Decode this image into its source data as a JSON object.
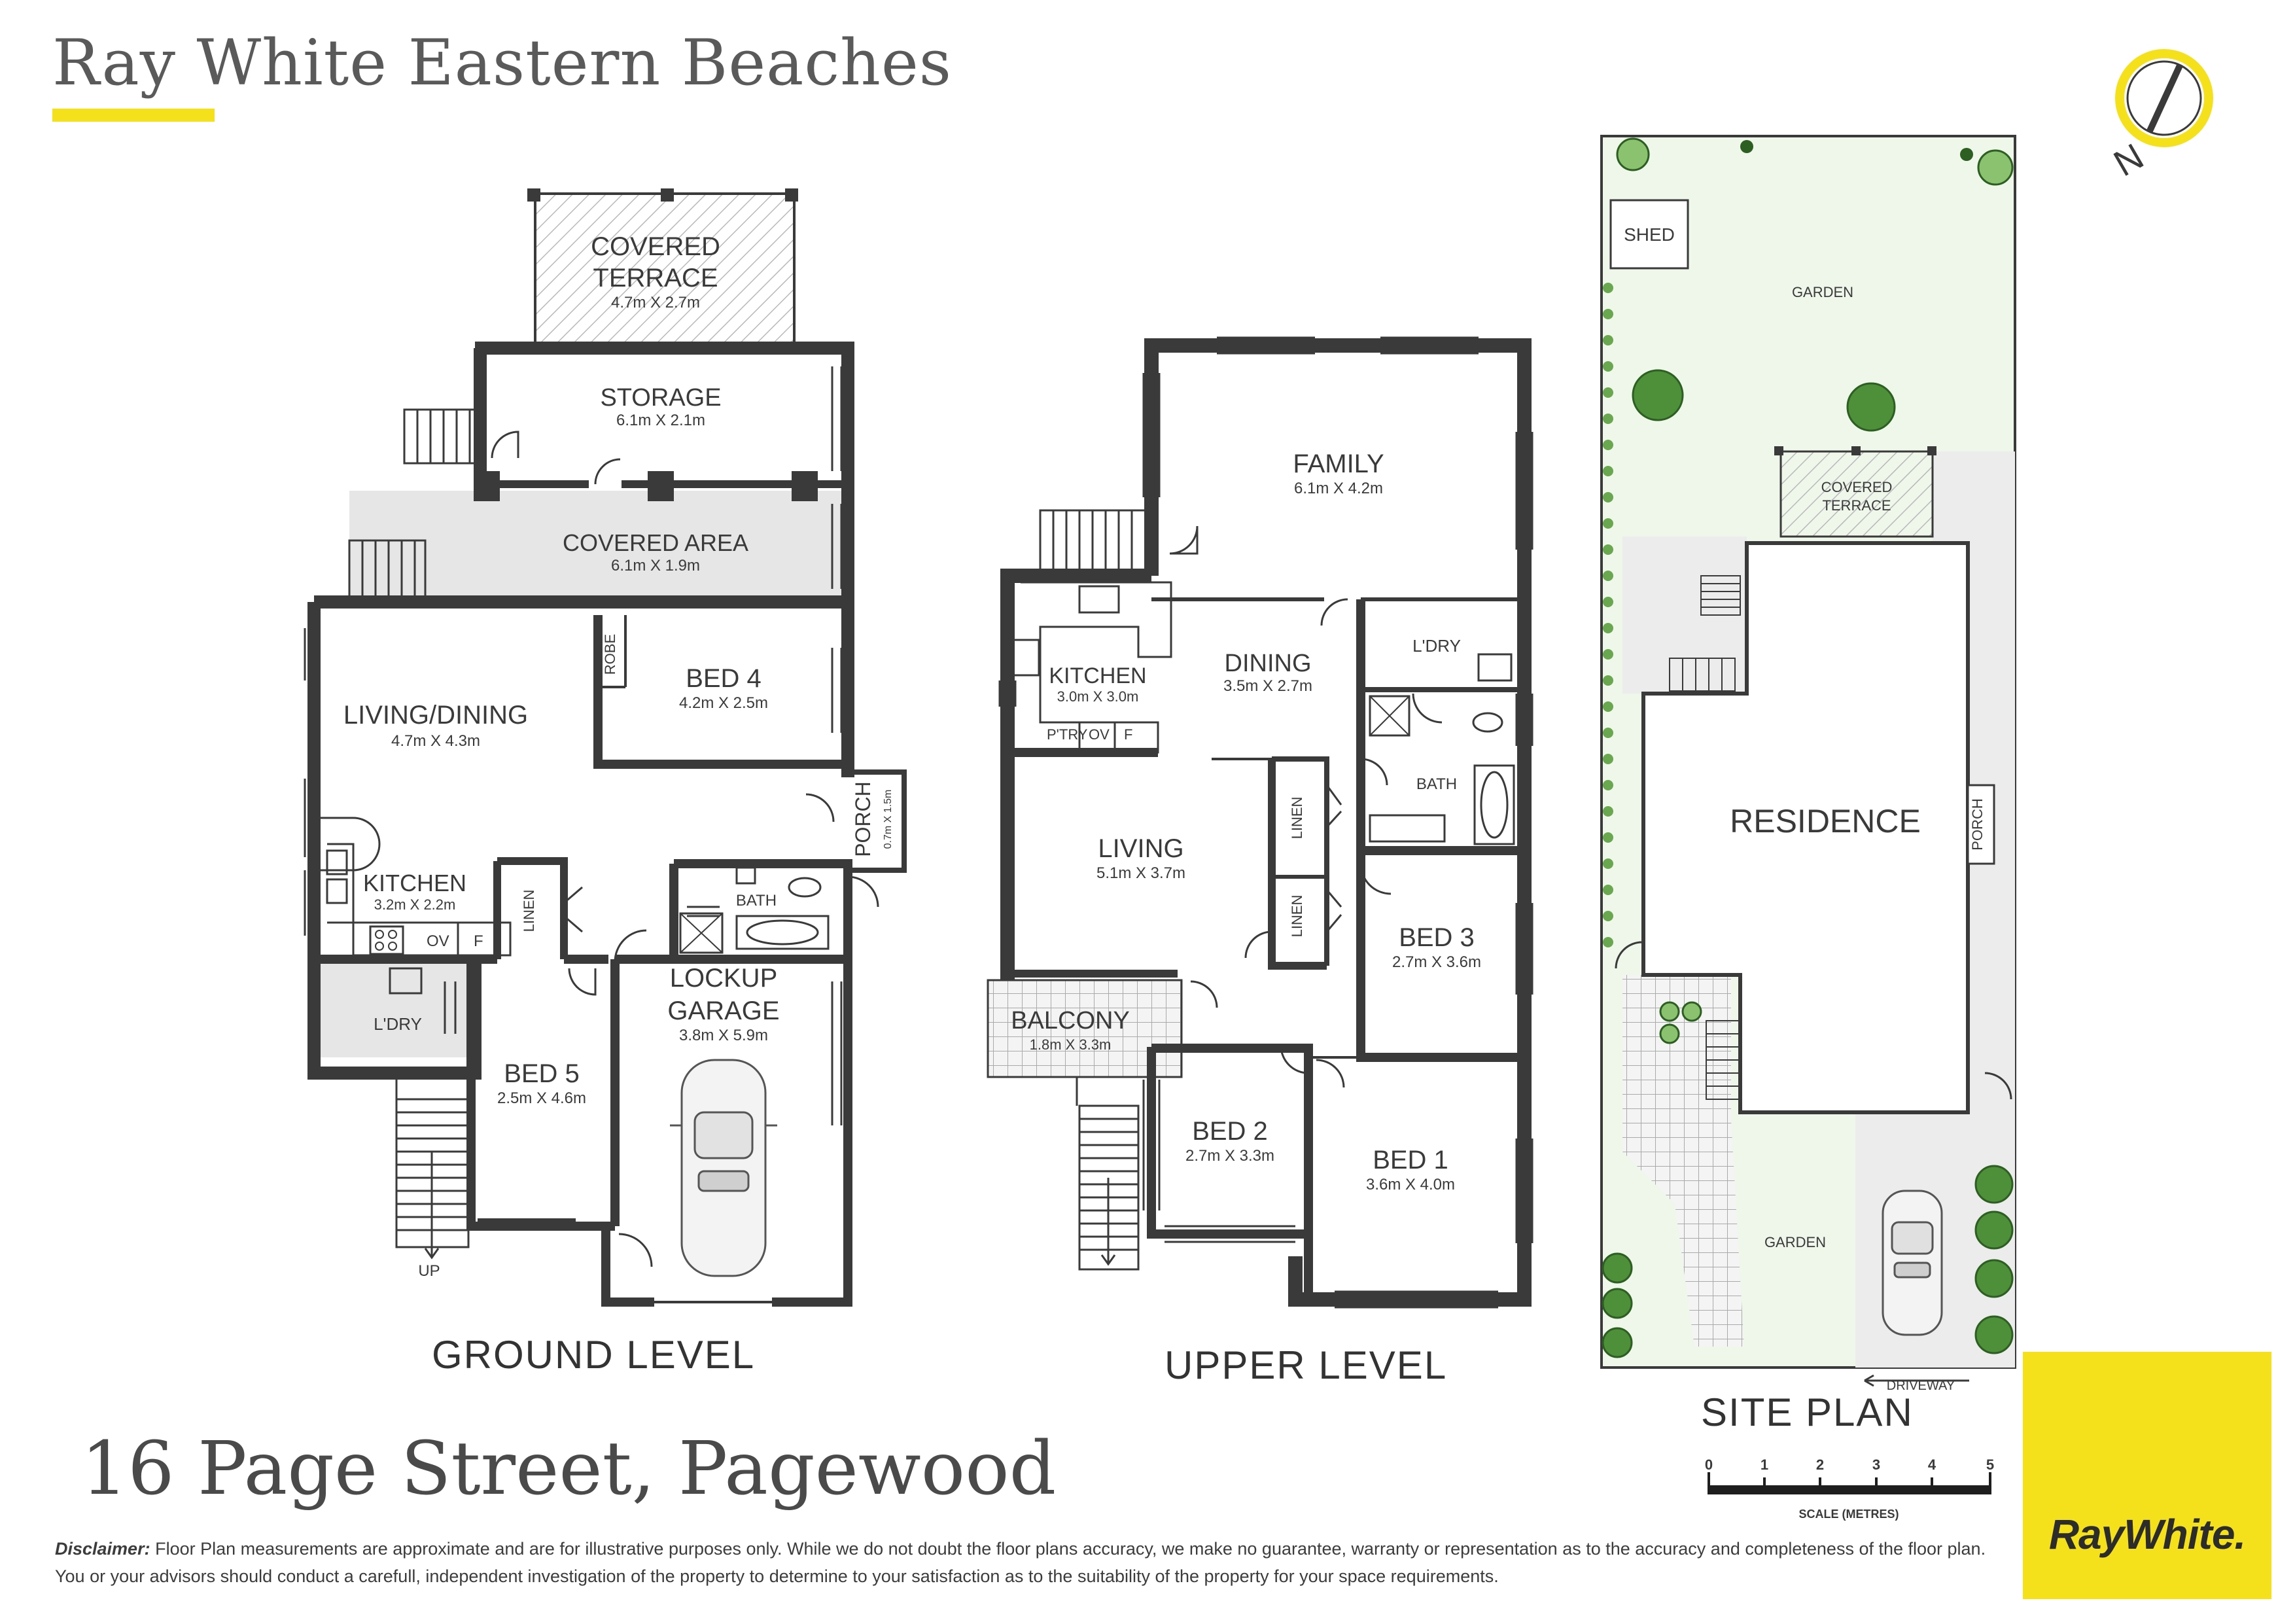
{
  "brand": {
    "agency": "Ray White Eastern Beaches",
    "logo": "RayWhite."
  },
  "address": "16 Page Street, Pagewood",
  "disclaimer": {
    "label": "Disclaimer:",
    "text": " Floor Plan measurements are approximate and are for illustrative purposes only. While we do not doubt the floor plans accuracy, we make no guarantee, warranty or representation as to the accuracy and completeness of the floor plan. You or your advisors should conduct a carefull, independent investigation of the property to determine to your satisfaction as to the suitability of the property for your space requirements."
  },
  "ground": {
    "title": "GROUND LEVEL",
    "rooms": {
      "terrace_l1": "COVERED",
      "terrace_l2": "TERRACE",
      "terrace_dim": "4.7m X 2.7m",
      "storage": "STORAGE",
      "storage_dim": "6.1m X 2.1m",
      "covered_area": "COVERED AREA",
      "covered_area_dim": "6.1m X 1.9m",
      "living": "LIVING/DINING",
      "living_dim": "4.7m X 4.3m",
      "robe": "ROBE",
      "bed4": "BED 4",
      "bed4_dim": "4.2m X 2.5m",
      "porch": "PORCH",
      "porch_dim": "0.7m X 1.5m",
      "kitchen": "KITCHEN",
      "kitchen_dim": "3.2m X 2.2m",
      "ov": "OV",
      "f": "F",
      "linen": "LINEN",
      "bath": "BATH",
      "laundry": "L'DRY",
      "bed5": "BED 5",
      "bed5_dim": "2.5m X 4.6m",
      "garage_l1": "LOCKUP",
      "garage_l2": "GARAGE",
      "garage_dim": "3.8m X 5.9m",
      "up": "UP"
    }
  },
  "upper": {
    "title": "UPPER LEVEL",
    "rooms": {
      "family": "FAMILY",
      "family_dim": "6.1m X 4.2m",
      "kitchen": "KITCHEN",
      "kitchen_dim": "3.0m X 3.0m",
      "dining": "DINING",
      "dining_dim": "3.5m X 2.7m",
      "laundry": "L'DRY",
      "ptry": "P'TRY",
      "ov": "OV",
      "f": "F",
      "bath": "BATH",
      "living": "LIVING",
      "living_dim": "5.1m X 3.7m",
      "linen": "LINEN",
      "bed3": "BED 3",
      "bed3_dim": "2.7m X 3.6m",
      "balcony": "BALCONY",
      "balcony_dim": "1.8m X 3.3m",
      "bed2": "BED 2",
      "bed2_dim": "2.7m X 3.3m",
      "bed1": "BED 1",
      "bed1_dim": "3.6m X 4.0m"
    }
  },
  "site": {
    "title": "SITE PLAN",
    "labels": {
      "shed": "SHED",
      "garden_top": "GARDEN",
      "covered_l1": "COVERED",
      "covered_l2": "TERRACE",
      "residence": "RESIDENCE",
      "porch": "PORCH",
      "garden_bottom": "GARDEN",
      "driveway": "DRIVEWAY"
    }
  },
  "scale": {
    "ticks": [
      "0",
      "1",
      "2",
      "3",
      "4",
      "5"
    ],
    "label": "SCALE (METRES)"
  },
  "compass": {
    "label": "N"
  },
  "colors": {
    "accent": "#f4e11c",
    "wall": "#3a3a3a",
    "covered": "#e6e6e6",
    "garden": "#eef7ea"
  }
}
